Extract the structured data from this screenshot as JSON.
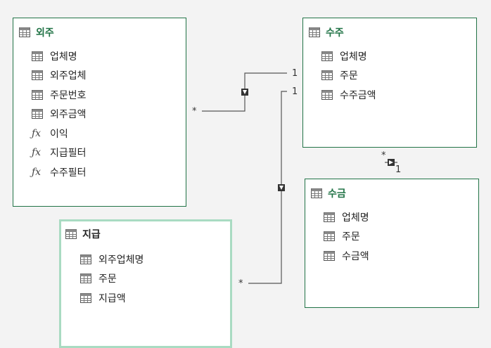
{
  "tables": [
    {
      "id": "outsource",
      "title": "외주",
      "fields": [
        {
          "label": "업체명",
          "type": "column"
        },
        {
          "label": "외주업체",
          "type": "column"
        },
        {
          "label": "주문번호",
          "type": "column"
        },
        {
          "label": "외주금액",
          "type": "column"
        },
        {
          "label": "이익",
          "type": "measure"
        },
        {
          "label": "지급필터",
          "type": "measure"
        },
        {
          "label": "수주필터",
          "type": "measure"
        }
      ]
    },
    {
      "id": "orders",
      "title": "수주",
      "fields": [
        {
          "label": "업체명",
          "type": "column"
        },
        {
          "label": "주문",
          "type": "column"
        },
        {
          "label": "수주금액",
          "type": "column"
        }
      ]
    },
    {
      "id": "collection",
      "title": "수금",
      "fields": [
        {
          "label": "업체명",
          "type": "column"
        },
        {
          "label": "주문",
          "type": "column"
        },
        {
          "label": "수금액",
          "type": "column"
        }
      ]
    },
    {
      "id": "payment",
      "title": "지급",
      "fields": [
        {
          "label": "외주업체명",
          "type": "column"
        },
        {
          "label": "주문",
          "type": "column"
        },
        {
          "label": "지급액",
          "type": "column"
        }
      ]
    }
  ],
  "relationships": {
    "rel1": {
      "many": "*",
      "one": "1"
    },
    "rel2": {
      "many": "*",
      "one": "1"
    },
    "rel3": {
      "many": "*",
      "one": "1"
    }
  },
  "colors": {
    "accent": "#217346",
    "selected_border": "#a9dbc2",
    "canvas": "#f3f3f3",
    "line": "#555555"
  },
  "icons": {
    "column": "table-grid-icon",
    "measure": "fx-icon"
  }
}
